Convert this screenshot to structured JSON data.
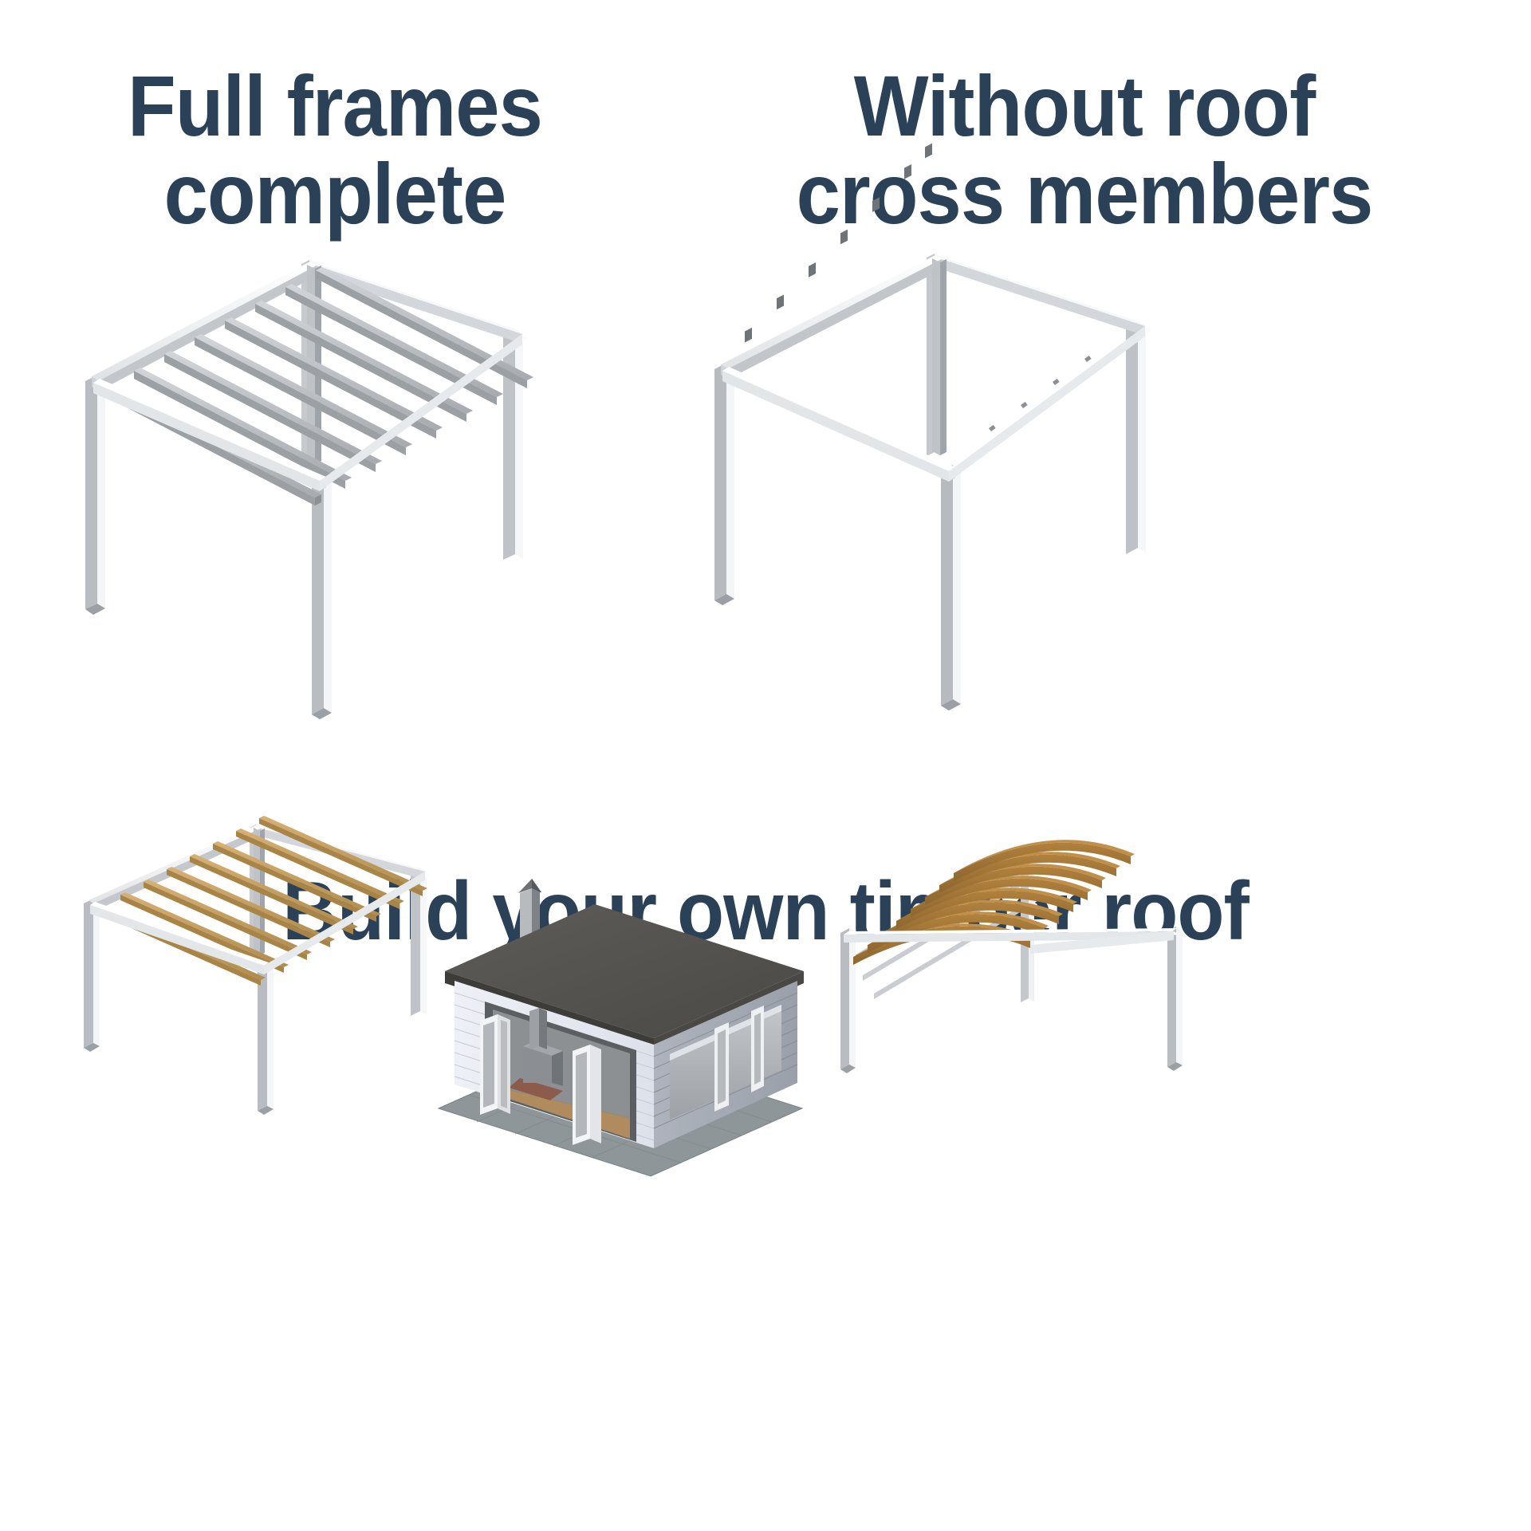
{
  "page": {
    "background_color": "#ffffff",
    "heading_color": "#2a4158"
  },
  "headings": {
    "full_frames": "Full frames complete",
    "full_frames_line1": "Full frames",
    "full_frames_line2": "complete",
    "without_roof": "Without roof cross members",
    "without_roof_line1": "Without roof",
    "without_roof_line2": "cross members",
    "timber_roof": "Build your own timber roof"
  },
  "materials": {
    "frame_white": "#fdfdfd",
    "frame_light_grey": "#e9ebed",
    "frame_mid_grey": "#c9ccd0",
    "frame_dark_grey": "#9ba0a6",
    "frame_shadow_grey": "#8e9398",
    "timber_light": "#c9a165",
    "timber_light_shade": "#b08c4f",
    "timber_dark": "#9a7238",
    "timber_dark_shade": "#8a6530",
    "roof_membrane": "#55534f",
    "roof_membrane_edge": "#403e3b",
    "cladding_white": "#e8ebf2",
    "cladding_shade": "#9ea3ab",
    "glass": "#b9bcc0",
    "paving_grey": "#8f979b",
    "floor_timber": "#b08b5e",
    "stove_grey": "#8b8f93",
    "flue_grey": "#b8bbbe",
    "hearth_brick": "#8d5b4c"
  },
  "scenes": [
    {
      "id": "scene-full-frames",
      "name": "Full frames complete",
      "description": "Isometric white metal pergola frame with four posts, perimeter beams, a central ridge beam and eight grey cross members spanning the roof.",
      "cross_member_count": 8,
      "cross_member_material": "aluminium",
      "post_count": 4
    },
    {
      "id": "scene-without-roof-cross-members",
      "name": "Without roof cross members",
      "description": "Same isometric white metal pergola frame with four posts and perimeter beams, but the roof cross members are omitted. Bracket fixings are visible along the rear beam.",
      "cross_member_count": 0,
      "bracket_count": 7,
      "post_count": 4
    },
    {
      "id": "scene-timber-roof-straight",
      "name": "Timber roof with straight beams",
      "description": "Pergola frame fitted with eight straight light timber cross members.",
      "cross_member_count": 8,
      "cross_member_material": "timber",
      "post_count": 4
    },
    {
      "id": "scene-garden-room",
      "name": "Garden room",
      "description": "White clad garden room with a flat dark grey membrane roof, stainless flue to a wood burning stove, bi-fold glazed doors open, timber floor and a grey paved base.",
      "features": [
        "flat roof",
        "flue",
        "wood burner",
        "bi-fold doors",
        "timber floor",
        "paved base"
      ]
    },
    {
      "id": "scene-timber-roof-curved",
      "name": "Timber roof with curved beams",
      "description": "Pergola frame fitted with eight curved dark timber cross members arching over the aluminium purlins.",
      "cross_member_count": 8,
      "cross_member_material": "curved timber",
      "post_count": 4
    }
  ]
}
